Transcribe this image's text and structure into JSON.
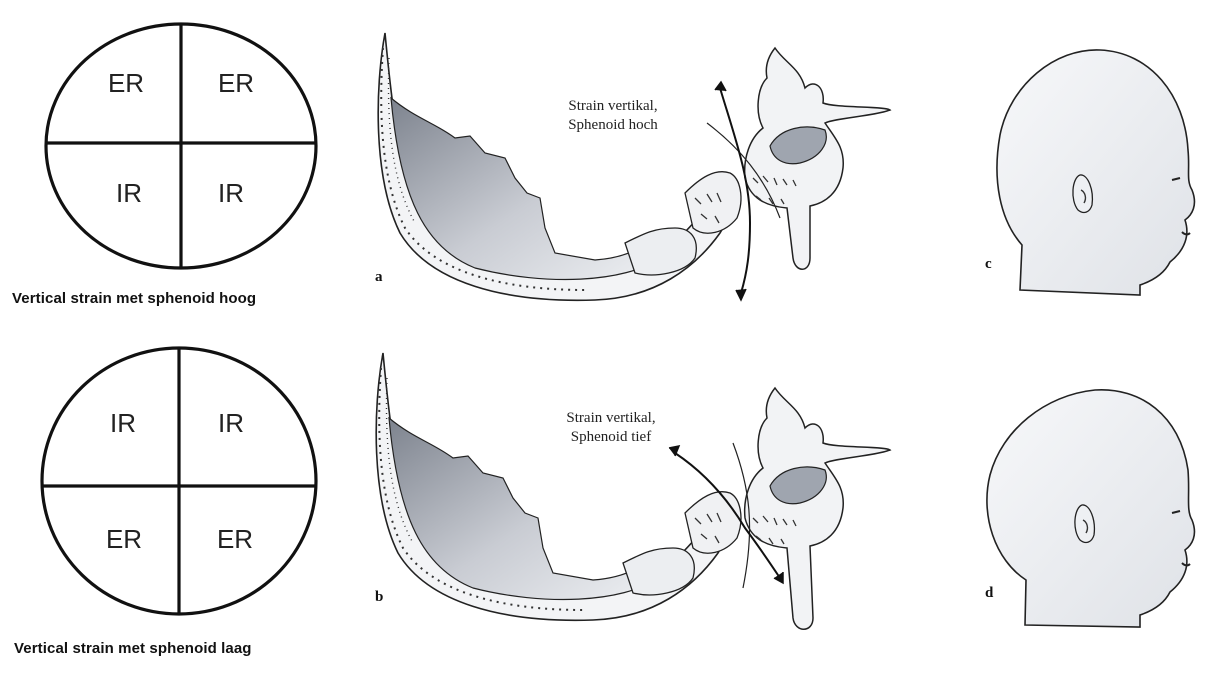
{
  "top": {
    "quadrants": {
      "tl": "ER",
      "tr": "ER",
      "bl": "IR",
      "br": "IR"
    },
    "caption": "Vertical strain met sphenoid hoog",
    "annotation": [
      "Strain vertikal,",
      "Sphenoid hoch"
    ],
    "letter_skull": "a",
    "letter_head": "c"
  },
  "bottom": {
    "quadrants": {
      "tl": "IR",
      "tr": "IR",
      "bl": "ER",
      "br": "ER"
    },
    "caption": "Vertical strain met sphenoid laag",
    "annotation": [
      "Strain vertikal,",
      "Sphenoid tief"
    ],
    "letter_skull": "b",
    "letter_head": "d"
  }
}
